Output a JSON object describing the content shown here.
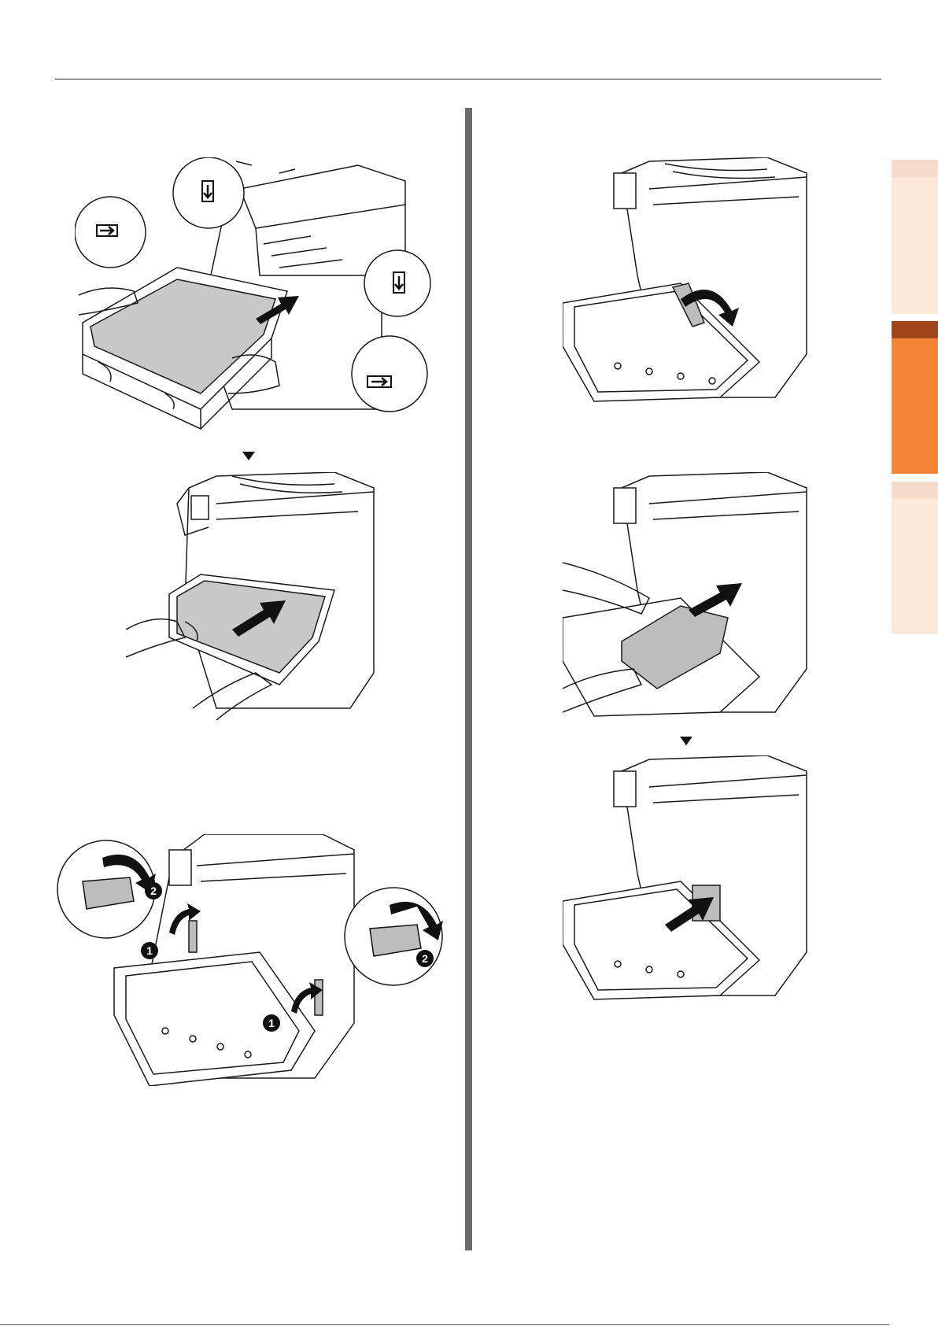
{
  "colors": {
    "rule": "#222222",
    "divider": "#6b6b6b",
    "tab_inactive_cap": "#f6dccb",
    "tab_inactive_body": "#fde9d9",
    "tab_active_cap": "#a0461a",
    "tab_active_body": "#f58536",
    "figure_line": "#1a1a1a",
    "figure_part_gray": "#bdbdbd",
    "arrow": "#111111"
  },
  "side_tabs": [
    {
      "state": "inactive"
    },
    {
      "state": "active"
    },
    {
      "state": "inactive"
    }
  ],
  "figures": [
    {
      "name": "install-belt-unit-callouts",
      "icons": [
        "lock-lever-icon",
        "push-arrow-icon",
        "magnifier-callout-icon"
      ]
    },
    {
      "name": "push-belt-unit-into-printer",
      "icons": [
        "push-arrow-icon"
      ]
    },
    {
      "name": "rotate-blue-levers",
      "icons": [
        "rotate-arrow-icon",
        "step-badge-1-icon",
        "step-badge-2-icon"
      ]
    },
    {
      "name": "lift-lever-in-front",
      "icons": [
        "curved-arrow-icon"
      ]
    },
    {
      "name": "insert-waste-toner-box",
      "icons": [
        "push-arrow-icon"
      ]
    },
    {
      "name": "waste-toner-box-installed",
      "icons": [
        "push-arrow-icon"
      ]
    }
  ],
  "step_badges": [
    "1",
    "2"
  ]
}
